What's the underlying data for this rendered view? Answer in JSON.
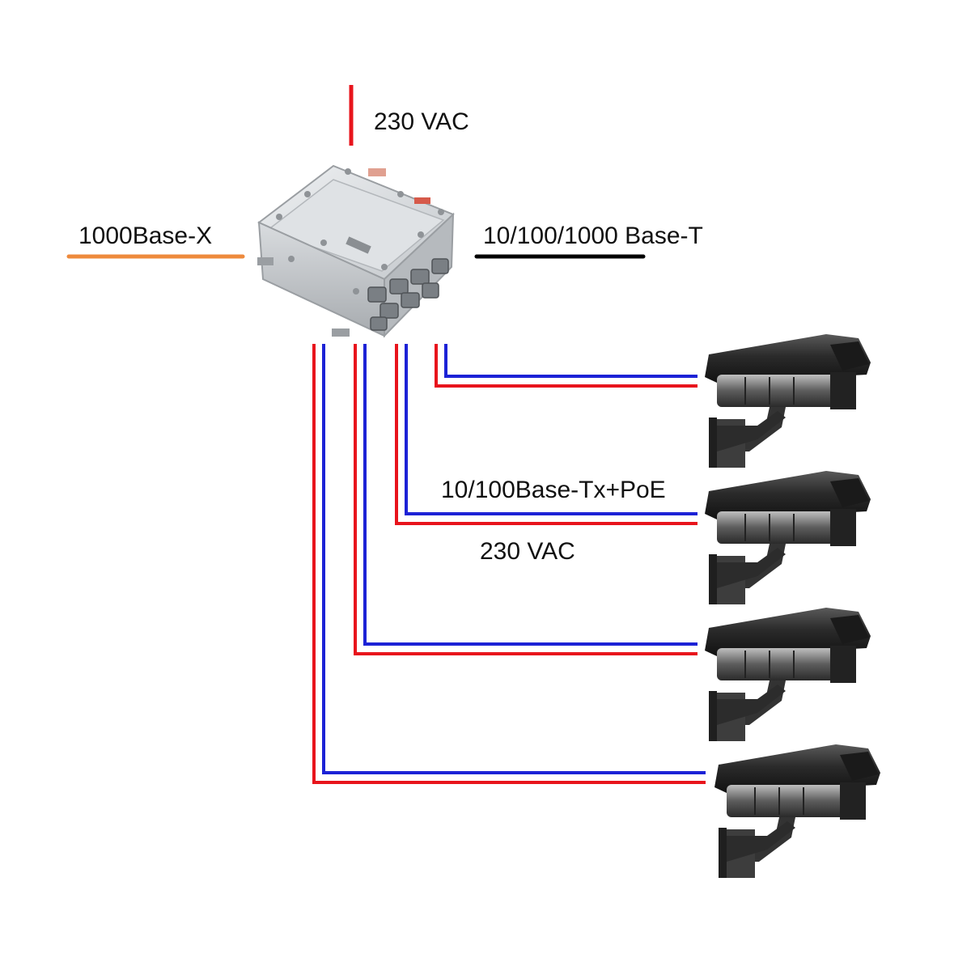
{
  "labels": {
    "power_in": "230 VAC",
    "uplink_fiber": "1000Base-X",
    "uplink_copper": "10/100/1000 Base-T",
    "camera_data": "10/100Base-Tx+PoE",
    "camera_power": "230 VAC"
  },
  "colors": {
    "power": "#e8141c",
    "data": "#1c22d6",
    "fiber": "#ee8a3c",
    "copper": "#000000",
    "enclosure": "#c9cccf",
    "camera_body": "#3a3a3a"
  },
  "devices": {
    "switch_enclosure": "explosion-proof-junction-box",
    "cameras": [
      "camera-housing",
      "camera-housing",
      "camera-housing",
      "camera-housing"
    ]
  }
}
